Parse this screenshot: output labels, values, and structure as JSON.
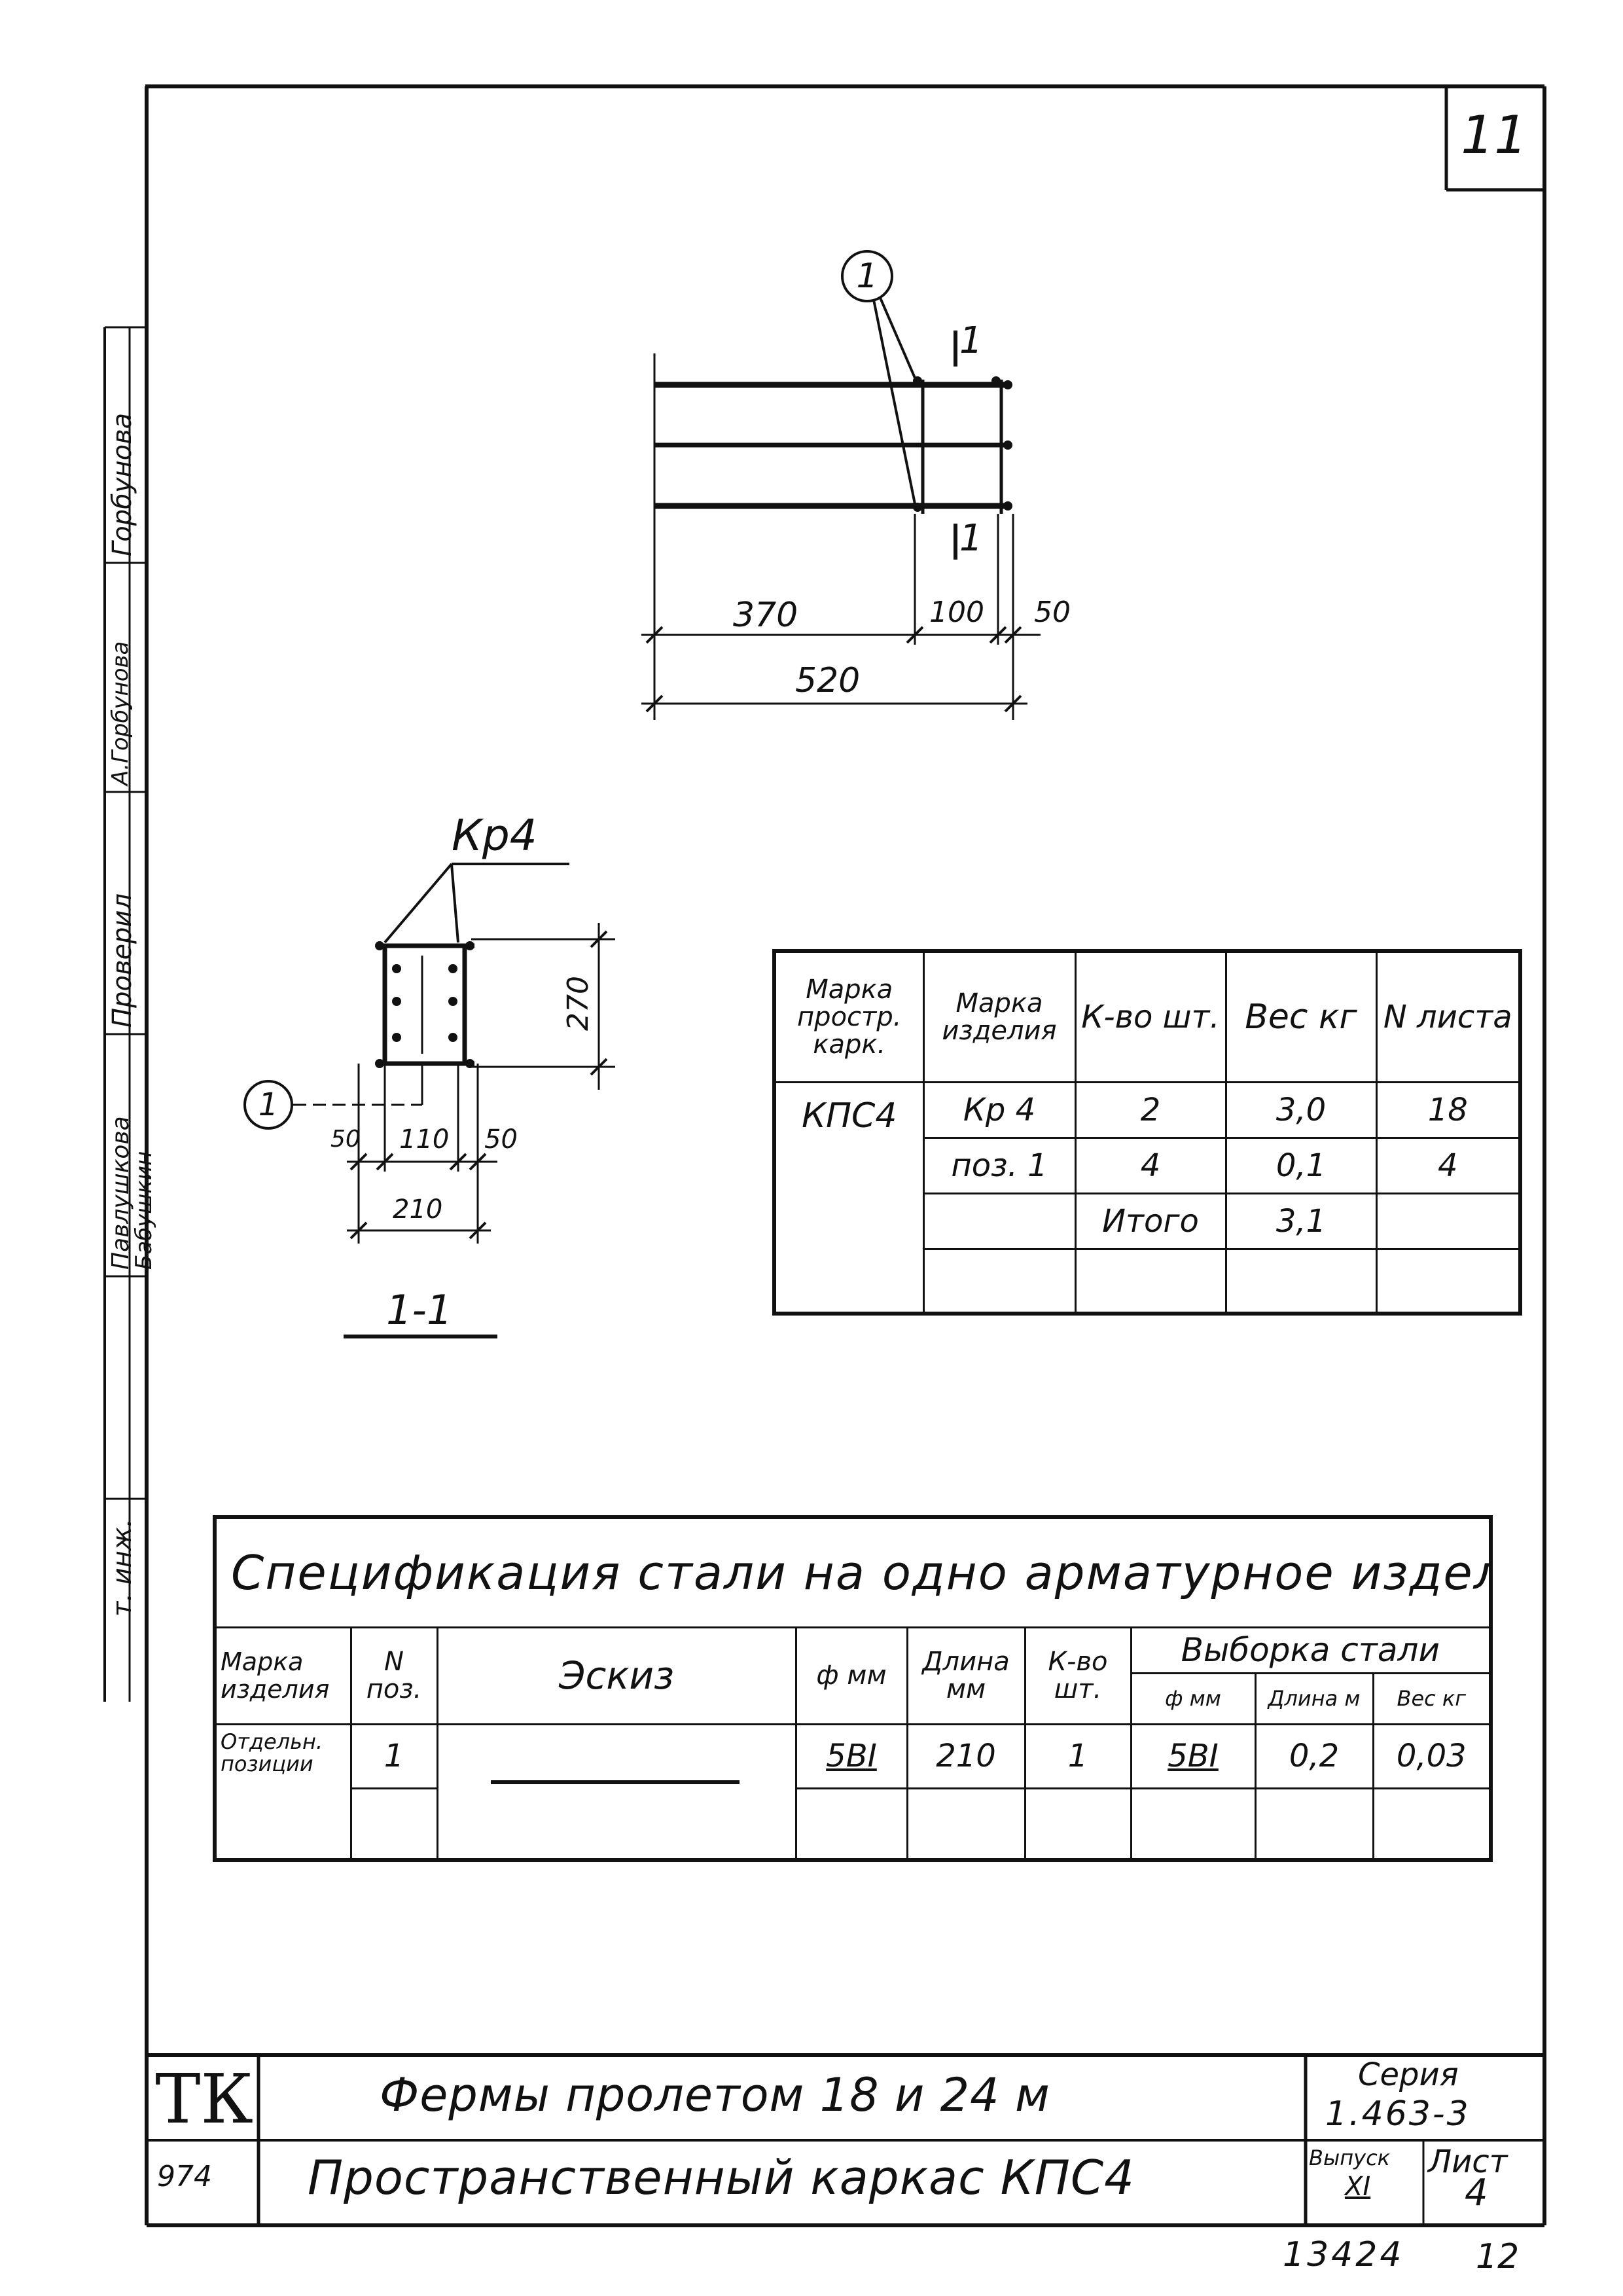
{
  "sheet_number": "11",
  "side_stamp": {
    "checked_label": "Проверил",
    "engineer_label": "т. инж.",
    "name_1": "Горбунова",
    "signature_1": "А.Горбунова",
    "name_2a": "Павлушкова",
    "name_2b": "Бабушкин"
  },
  "plan_view": {
    "marker": "1",
    "section_mark": "1",
    "dims": [
      "370",
      "100",
      "50",
      "520"
    ]
  },
  "section_view": {
    "label": "Кр4",
    "marker": "1",
    "dims": [
      "270",
      "50",
      "110",
      "50",
      "210"
    ],
    "title": "1-1"
  },
  "frame_table": {
    "headers": [
      "Марка простр. карк.",
      "Марка изделия",
      "К-во шт.",
      "Вес кг",
      "N листа"
    ],
    "frame_mark": "КПС4",
    "rows": [
      [
        "Кр 4",
        "2",
        "3,0",
        "18"
      ],
      [
        "поз. 1",
        "4",
        "0,1",
        "4"
      ],
      [
        "",
        "Итого",
        "3,1",
        ""
      ],
      [
        "",
        "",
        "",
        ""
      ]
    ]
  },
  "spec_table": {
    "title": "Спецификация стали на одно арматурное изделие",
    "headers": {
      "mark": "Марка изделия",
      "pos": "N поз.",
      "sketch": "Эскиз",
      "dia": "ф мм",
      "length": "Длина мм",
      "qty": "К-во шт.",
      "sample": "Выборка стали",
      "s_dia": "ф мм",
      "s_length": "Длина м",
      "s_weight": "Вес кг"
    },
    "row": {
      "mark": "Отдельн. позиции",
      "pos": "1",
      "dia": "5ВI",
      "length": "210",
      "qty": "1",
      "s_dia": "5ВI",
      "s_length": "0,2",
      "s_weight": "0,03"
    }
  },
  "title_block": {
    "org": "ТК",
    "code": "974",
    "title": "Фермы пролетом 18 и 24 м",
    "subtitle": "Пространственный каркас КПС4",
    "series_label": "Серия",
    "series": "1.463-3",
    "issue_label": "Выпуск",
    "issue": "XI",
    "sheet_label": "Лист",
    "sheet": "4"
  },
  "footer_numbers": [
    "13424",
    "12"
  ]
}
